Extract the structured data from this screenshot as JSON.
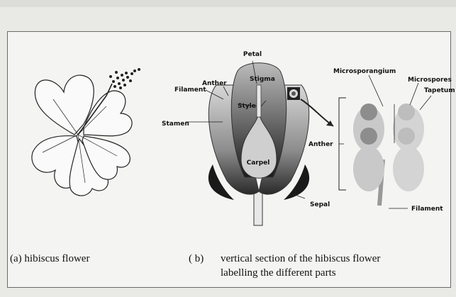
{
  "captions": {
    "a": "(a) hibiscus flower",
    "b_marker": "( b)",
    "b_line1": "vertical section of the hibiscus flower",
    "b_line2": "labelling the different parts"
  },
  "section_labels": {
    "petal": "Petal",
    "stigma": "Stigma",
    "anther": "Anther",
    "filament": "Filament",
    "style": "Style",
    "stamen": "Stamen",
    "carpel": "Carpel",
    "sepal": "Sepal"
  },
  "anther_labels": {
    "microsporangium": "Microsporangium",
    "microspores": "Microspores",
    "tapetum": "Tapetum",
    "anther": "Anther",
    "filament": "Filament"
  }
}
